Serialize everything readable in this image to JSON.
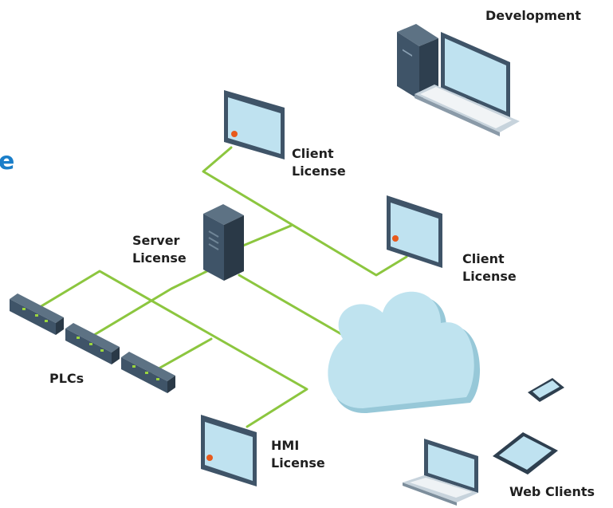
{
  "edge_fragment": "e",
  "labels": {
    "development": "Development",
    "client_license_1": {
      "line1": "Client",
      "line2": "License"
    },
    "client_license_2": {
      "line1": "Client",
      "line2": "License"
    },
    "server_license": {
      "line1": "Server",
      "line2": "License"
    },
    "plcs": "PLCs",
    "hmi_license": {
      "line1": "HMI",
      "line2": "License"
    },
    "web_clients": "Web Clients"
  },
  "colors": {
    "connector": "#8cc63f",
    "cloud": "#bfe3ef",
    "screen": "#bfe2f0",
    "device_body": "#3f5468",
    "accent_text": "#1a7ec9"
  },
  "icons": [
    "desktop-computer-icon",
    "panel-monitor-icon",
    "server-tower-icon",
    "cloud-icon",
    "plc-module-icon",
    "laptop-icon",
    "tablet-icon",
    "smartphone-icon"
  ]
}
